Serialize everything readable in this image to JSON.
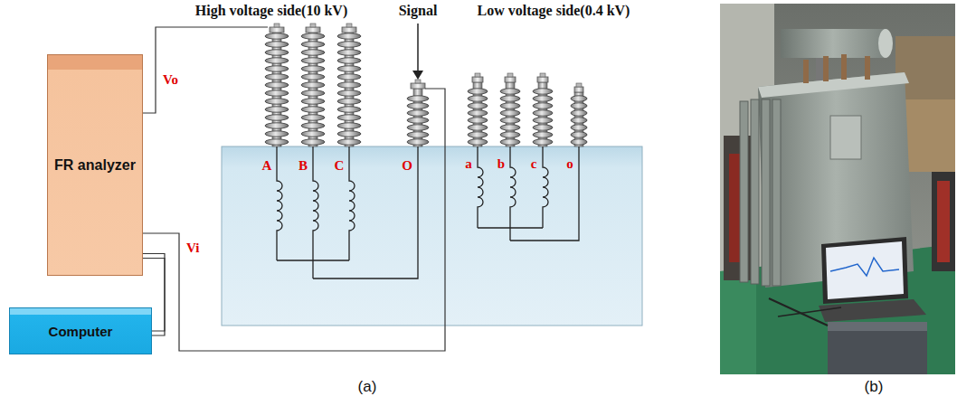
{
  "diagram": {
    "nodes": [
      {
        "text": [
          "FR analyzer"
        ]
      },
      {
        "text": [
          "Computer"
        ]
      }
    ],
    "edges": [
      {
        "from": 0,
        "to": 1,
        "arrow": "none"
      }
    ],
    "labels": [
      "High voltage side(10 kV)",
      "Signal",
      "Low voltage side(0.4 kV)",
      "Vo",
      "Vi",
      "A",
      "B",
      "C",
      "O",
      "a",
      "b",
      "c",
      "o",
      "(a)",
      "(b)"
    ]
  }
}
